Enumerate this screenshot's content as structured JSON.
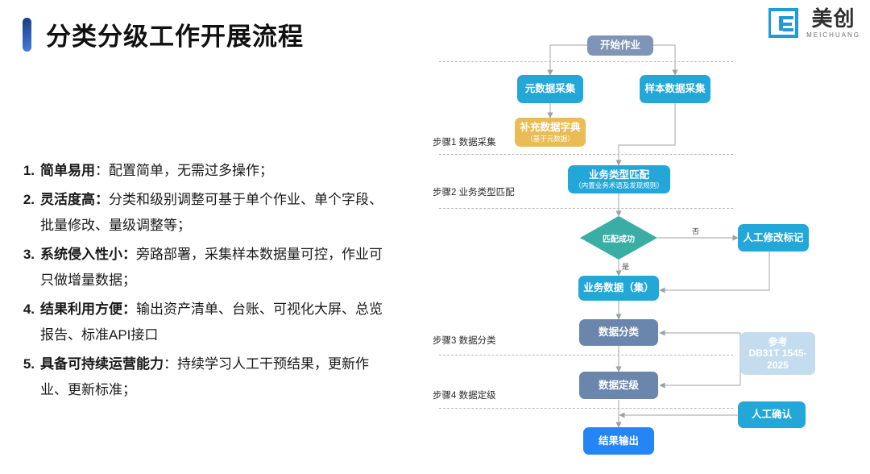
{
  "slide": {
    "title": "分类分级工作开展流程"
  },
  "logo": {
    "icon_name": "meichuang-logo-icon",
    "cn": "美创",
    "en": "MEICHUANG",
    "mark_color": "#1f9bd8"
  },
  "bullets": [
    {
      "num": "1.",
      "bold": "简单易用",
      "rest": "：配置简单，无需过多操作；"
    },
    {
      "num": "2.",
      "bold": "灵活度高：",
      "rest": "分类和级别调整可基于单个作业、单个字段、批量修改、量级调整等；"
    },
    {
      "num": "3.",
      "bold": "系统侵入性小：",
      "rest": "旁路部署，采集样本数据量可控，作业可只做增量数据；"
    },
    {
      "num": "4.",
      "bold": "结果利用方便：",
      "rest": "输出资产清单、台账、可视化大屏、总览报告、标准API接口"
    },
    {
      "num": "5.",
      "bold": "具备可持续运营能力",
      "rest": "：持续学习人工干预结果，更新作业、更新标准；"
    }
  ],
  "flow": {
    "steps": [
      {
        "label": "步骤1 数据采集"
      },
      {
        "label": "步骤2 业务类型匹配"
      },
      {
        "label": "步骤3 数据分类"
      },
      {
        "label": "步骤4 数据定级"
      }
    ],
    "nodes": {
      "start": {
        "main": "开始作业",
        "sub": "",
        "color": "#7e95b8"
      },
      "meta_collect": {
        "main": "元数据采集",
        "sub": "",
        "color": "#22a7d8"
      },
      "sample_collect": {
        "main": "样本数据采集",
        "sub": "",
        "color": "#22a7d8"
      },
      "dict": {
        "main": "补充数据字典",
        "sub": "（基于元数据）",
        "color": "#e9bc55"
      },
      "biz_match": {
        "main": "业务类型匹配",
        "sub": "（内置业务术语及发现规则）",
        "color": "#22a7d8"
      },
      "decision": {
        "main": "匹配成功",
        "sub": "",
        "color": "#3aada4"
      },
      "manual_mark": {
        "main": "人工修改标记",
        "sub": "",
        "color": "#22a7d8"
      },
      "biz_data": {
        "main": "业务数据（集）",
        "sub": "",
        "color": "#22a7d8"
      },
      "classify": {
        "main": "数据分类",
        "sub": "",
        "color": "#6b86ad"
      },
      "grade": {
        "main": "数据定级",
        "sub": "",
        "color": "#6b86ad"
      },
      "reference": {
        "main": "参考\nDB31T 1545-2025",
        "sub": "",
        "color": "#c3dcee"
      },
      "manual_confirm": {
        "main": "人工确认",
        "sub": "",
        "color": "#22a7d8"
      },
      "output": {
        "main": "结果输出",
        "sub": "",
        "color": "#2585f5"
      }
    },
    "edge_labels": {
      "no": "否",
      "yes": "是"
    }
  }
}
